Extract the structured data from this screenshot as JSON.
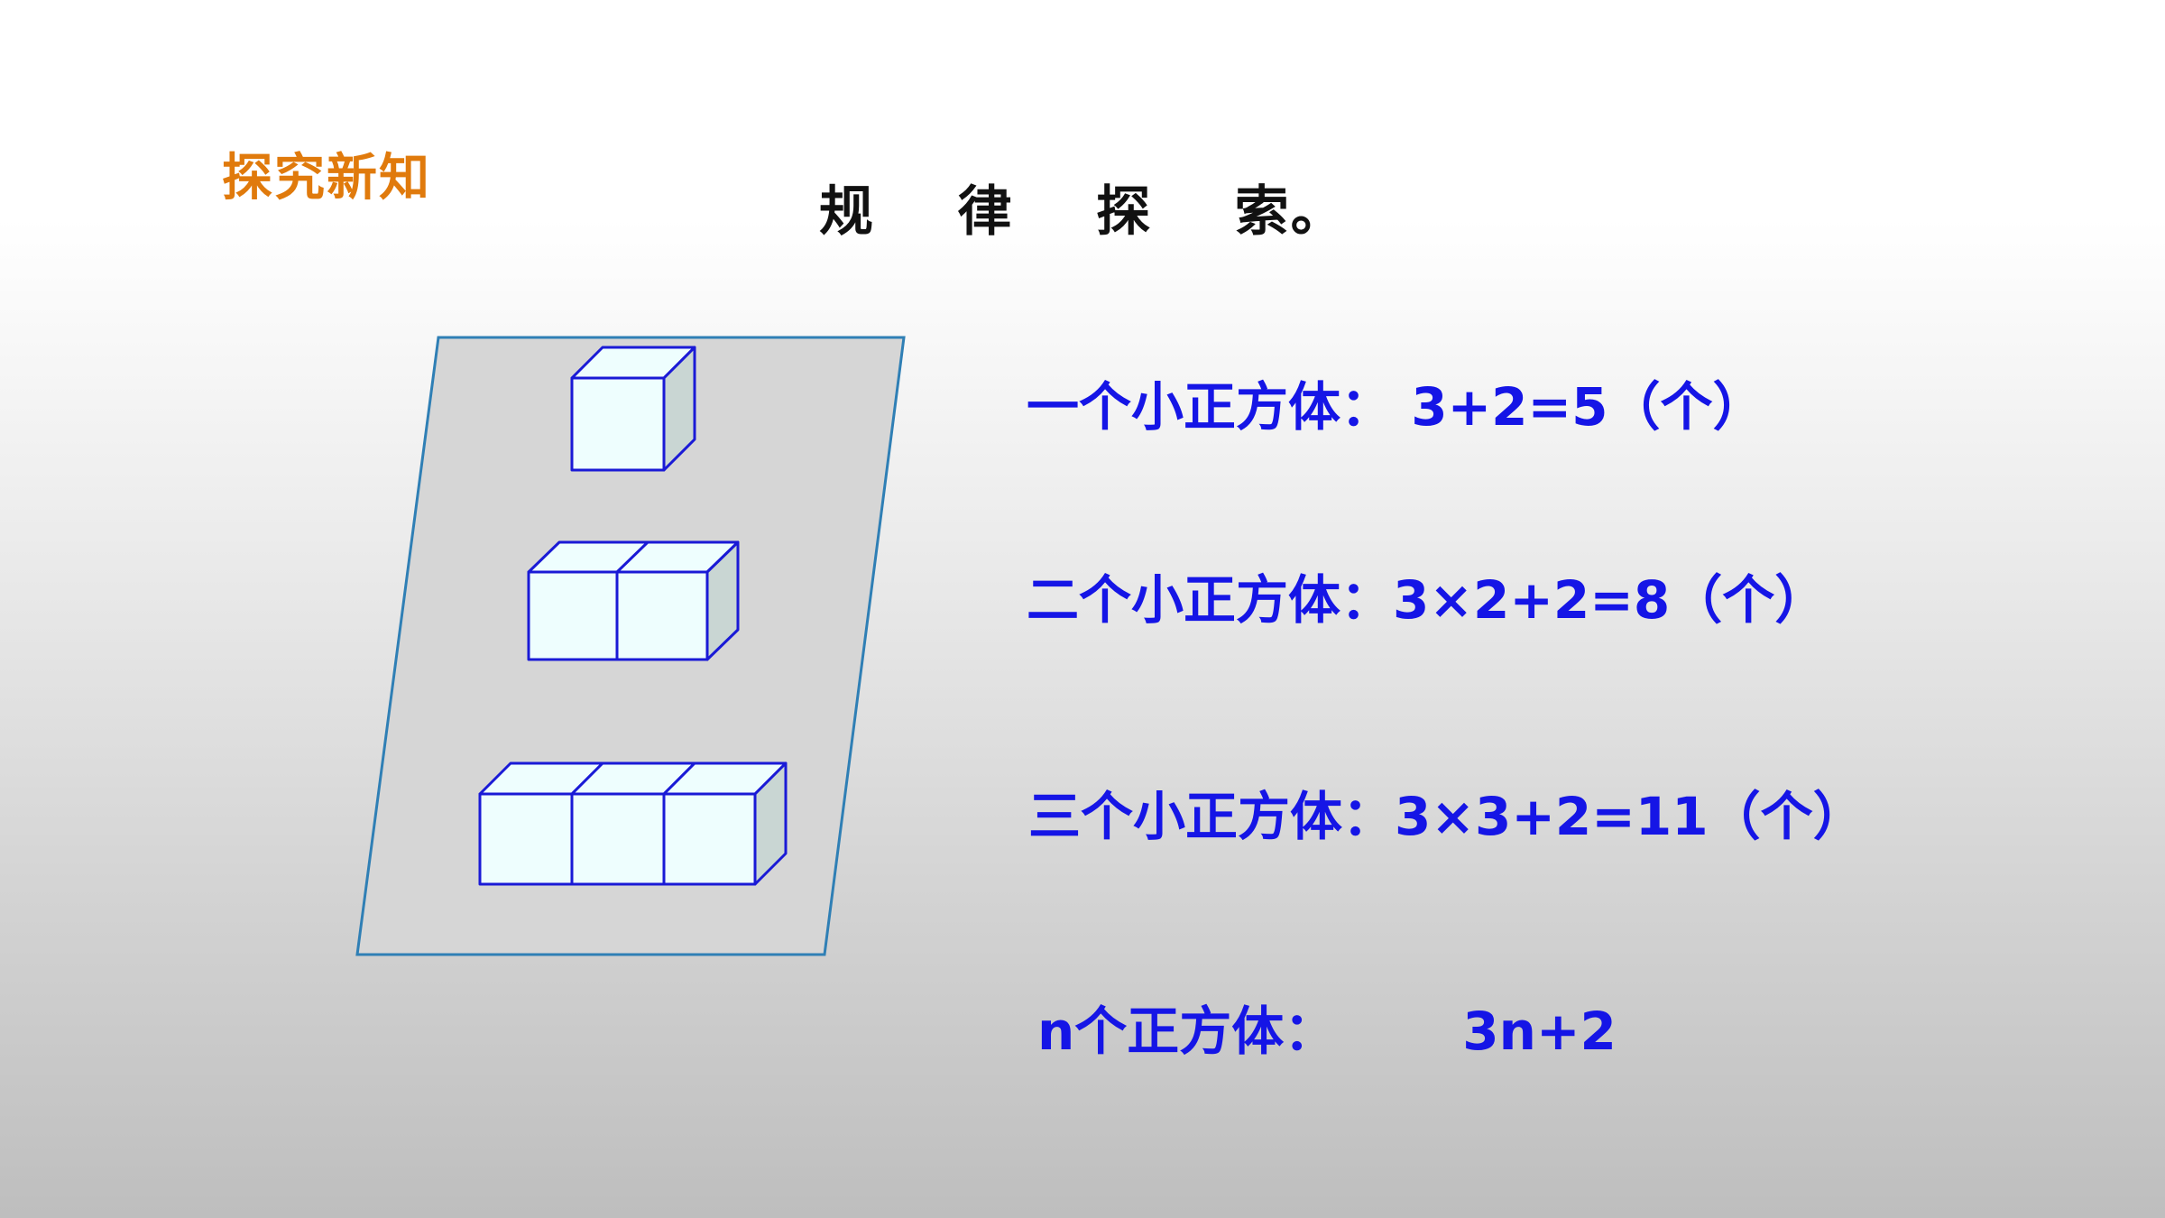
{
  "header": {
    "section_label": "探究新知",
    "title": "规    律    探    索。"
  },
  "formulas": [
    {
      "label": "一个小正方体：",
      "expr": " 3+2=5（个）"
    },
    {
      "label": "二个小正方体：",
      "expr": "3×2+2=8（个）"
    },
    {
      "label": "三个小正方体：",
      "expr": "3×3+2=11（个）"
    },
    {
      "label": "n个正方体：",
      "expr": "3n+2"
    }
  ],
  "colors": {
    "section_label": "#e07a0c",
    "formula_text": "#1515e6",
    "cube_edge": "#1a1ad6",
    "cube_front": "#eefefe",
    "cube_side": "#c9d6d3",
    "board_fill": "#d6d6d6",
    "board_edge": "#2f7fb5"
  }
}
